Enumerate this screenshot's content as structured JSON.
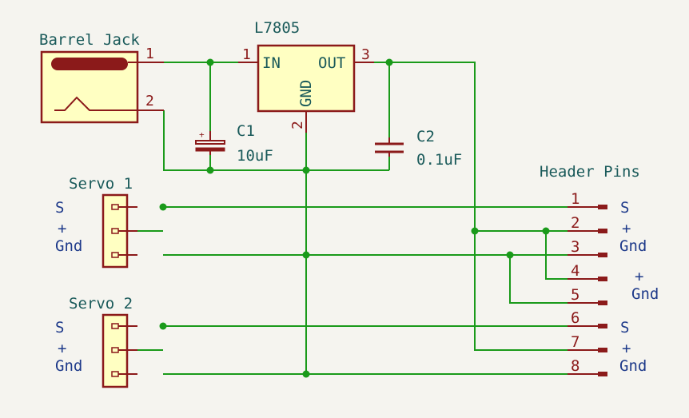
{
  "components": {
    "barrel_jack": {
      "ref": "Barrel Jack",
      "pins": [
        "1",
        "2"
      ]
    },
    "regulator": {
      "ref": "L7805",
      "pin_in": "IN",
      "pin_out": "OUT",
      "pin_gnd": "GND",
      "pins": [
        "1",
        "2",
        "3"
      ]
    },
    "c1": {
      "ref": "C1",
      "value": "10uF",
      "polarity": "+"
    },
    "c2": {
      "ref": "C2",
      "value": "0.1uF"
    },
    "servo1": {
      "ref": "Servo 1",
      "signals": [
        "S",
        "+",
        "Gnd"
      ]
    },
    "servo2": {
      "ref": "Servo 2",
      "signals": [
        "S",
        "+",
        "Gnd"
      ]
    },
    "header": {
      "ref": "Header Pins",
      "pins": [
        "1",
        "2",
        "3",
        "4",
        "5",
        "6",
        "7",
        "8"
      ],
      "group1": [
        "S",
        "+",
        "Gnd"
      ],
      "group2": [
        "+",
        "Gnd"
      ],
      "group3": [
        "S",
        "+",
        "Gnd"
      ]
    }
  },
  "colors": {
    "wire": "#1a9a1a",
    "component": "#8b1a1a",
    "fill": "#ffffc2",
    "label": "#1a5a5a",
    "signal": "#1e3a8a"
  }
}
